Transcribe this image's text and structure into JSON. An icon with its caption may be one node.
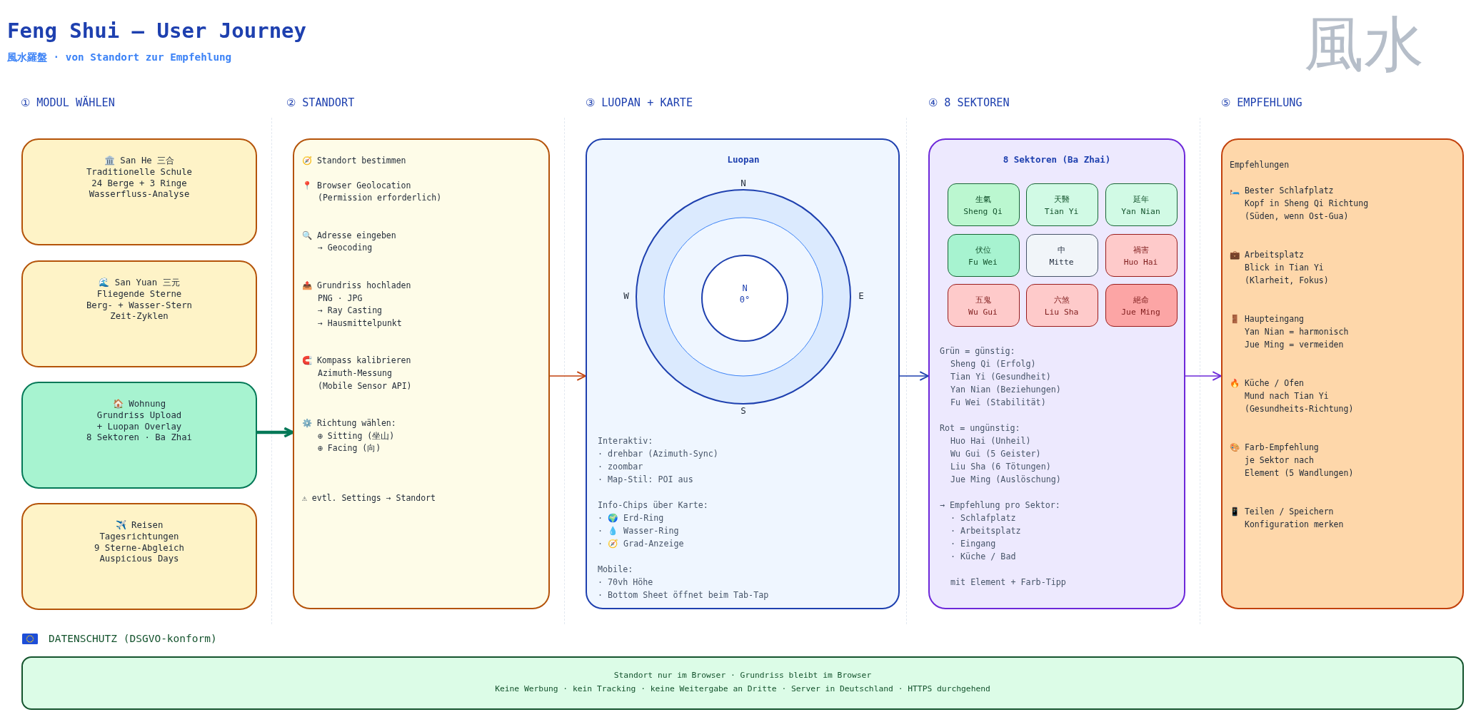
{
  "diagram": {
    "title": "Feng Shui — User Journey",
    "nodes": [
      {
        "text": [
          "🏛️ San He 三合",
          "Traditionelle Schule",
          "24 Berge + 3 Ringe",
          "Wasserfluss-Analyse"
        ]
      },
      {
        "text": [
          "🌊 San Yuan 三元",
          "Fliegende Sterne",
          "Berg- + Wasser-Stern",
          "Zeit-Zyklen"
        ]
      },
      {
        "text": [
          "🏠 Wohnung",
          "Grundriss Upload",
          "+ Luopan Overlay",
          "8 Sektoren · Ba Zhai"
        ]
      },
      {
        "text": [
          "✈️ Reisen",
          "Tagesrichtungen",
          "9 Sterne-Abgleich",
          "Auspicious Days"
        ]
      },
      {
        "text": [
          "🧭 Standort bestimmen",
          "📍 Browser Geolocation",
          "(Permission erforderlich)",
          "🔍 Adresse eingeben",
          "→ Geocoding",
          "📤 Grundriss hochladen",
          "PNG · JPG",
          "→ Ray Casting",
          "→ Hausmittelpunkt",
          "🧲 Kompass kalibrieren",
          "Azimuth-Messung",
          "(Mobile Sensor API)",
          "⚙️ Richtung wählen:",
          "⊕ Sitting (坐山)",
          "⊕ Facing (向)",
          "⚠ evtl. Settings → Standort"
        ]
      },
      {
        "text": [
          "Luopan",
          "N",
          "W",
          "E",
          "S",
          "Interaktiv:",
          "· drehbar (Azimuth-Sync)",
          "· zoombar",
          "· Map-Stil: POI aus",
          "Info-Chips über Karte:",
          "· 🌍 Erd-Ring",
          "· 💧 Wasser-Ring",
          "· 🧭 Grad-Anzeige",
          "Mobile:",
          "· 70vh Höhe",
          "· Bottom Sheet öffnet beim Tab-Tap"
        ]
      },
      {
        "text": [
          "N",
          "0°"
        ],
        "in": 5
      },
      {
        "text": [
          "8 Sektoren (Ba Zhai)",
          "Grün = günstig:",
          "Sheng Qi (Erfolg)",
          "Tian Yi (Gesundheit)",
          "Yan Nian (Beziehungen)",
          "Fu Wei (Stabilität)",
          "Rot = ungünstig:",
          "Huo Hai (Unheil)",
          "Wu Gui (5 Geister)",
          "Liu Sha (6 Tötungen)",
          "Jue Ming (Auslöschung)",
          "→ Empfehlung pro Sektor:",
          "· Schlafplatz",
          "· Arbeitsplatz",
          "· Eingang",
          "· Küche / Bad",
          "mit Element + Farb-Tipp"
        ]
      },
      {
        "text": [
          "生氣",
          "Sheng Qi"
        ],
        "in": 7
      },
      {
        "text": [
          "天醫",
          "Tian Yi"
        ],
        "in": 7
      },
      {
        "text": [
          "延年",
          "Yan Nian"
        ],
        "in": 7
      },
      {
        "text": [
          "伏位",
          "Fu Wei"
        ],
        "in": 7
      },
      {
        "text": [
          "中",
          "Mitte"
        ],
        "in": 7
      },
      {
        "text": [
          "禍害",
          "Huo Hai"
        ],
        "in": 7
      },
      {
        "text": [
          "五鬼",
          "Wu Gui"
        ],
        "in": 7
      },
      {
        "text": [
          "六煞",
          "Liu Sha"
        ],
        "in": 7
      },
      {
        "text": [
          "絕命",
          "Jue Ming"
        ],
        "in": 7
      },
      {
        "text": [
          "Empfehlungen",
          "🛏️ Bester Schlafplatz",
          "Kopf in Sheng Qi Richtung",
          "(Süden, wenn Ost-Gua)",
          "💼 Arbeitsplatz",
          "Blick in Tian Yi",
          "(Klarheit, Fokus)",
          "🚪 Haupteingang",
          "Yan Nian = harmonisch",
          "Jue Ming = vermeiden",
          "🔥 Küche / Ofen",
          "Mund nach Tian Yi",
          "(Gesundheits-Richtung)",
          "🎨 Farb-Empfehlung",
          "je Sektor nach",
          "Element (5 Wandlungen)",
          "📱 Teilen / Speichern",
          "Konfiguration merken"
        ]
      },
      {
        "text": [
          "DATENSCHUTZ (DSGVO-konform)",
          "Standort nur im Browser · Grundriss bleibt im Browser",
          "Keine Werbung · kein Tracking · keine Weitergabe an Dritte · Server in Deutschland · HTTPS durchgehend"
        ]
      }
    ],
    "edges": [
      {
        "from": 2,
        "to": 4,
        "arrow": "to",
        "style": "thick",
        "color": "#047857"
      },
      {
        "from": 4,
        "to": 5,
        "arrow": "to",
        "color": "#c2410c"
      },
      {
        "from": 5,
        "to": 7,
        "arrow": "to",
        "color": "#1e40af"
      },
      {
        "from": 7,
        "to": 17,
        "arrow": "to",
        "color": "#6d28d9"
      }
    ],
    "labels": [
      "風水羅盤 · von Standort zur Empfehlung",
      "風水",
      "① MODUL WÄHLEN",
      "② STANDORT",
      "③ LUOPAN + KARTE",
      "④ 8 SEKTOREN",
      "⑤ EMPFEHLUNG"
    ]
  }
}
